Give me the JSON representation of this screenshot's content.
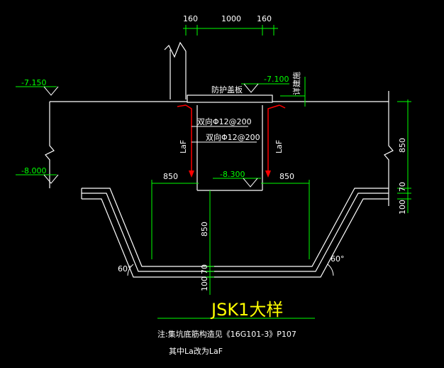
{
  "title": "JSK1大样",
  "notes": {
    "line1": "注:集坑底筋构造见《16G101-3》P107",
    "line2": "其中La改为LaF"
  },
  "top_dims": {
    "left": "160",
    "middle": "1000",
    "right": "160"
  },
  "elevations": {
    "left_top": "-7.150",
    "center_top": "-7.100",
    "left_low": "-8.000",
    "pit_bottom": "-8.300"
  },
  "labels": {
    "protect_slab": "防护盖板",
    "rebar_1": "双向Φ12@200",
    "rebar_2": "双向Φ12@200",
    "laf_left": "LaF",
    "laf_right": "LaF",
    "waterproof": "详建施",
    "w850_left": "850",
    "w850_right": "850",
    "depth_850": "850",
    "dim_70": "70",
    "dim_100": "100",
    "right_850": "850",
    "right_70": "70",
    "right_100": "100",
    "angle_left": "60°",
    "angle_right": "60°"
  },
  "colors": {
    "background": "#000000",
    "wall": "#ffffff",
    "dimension": "#00ff00",
    "rebar": "#ff0000",
    "title": "#ffff00",
    "text": "#ffffff"
  }
}
